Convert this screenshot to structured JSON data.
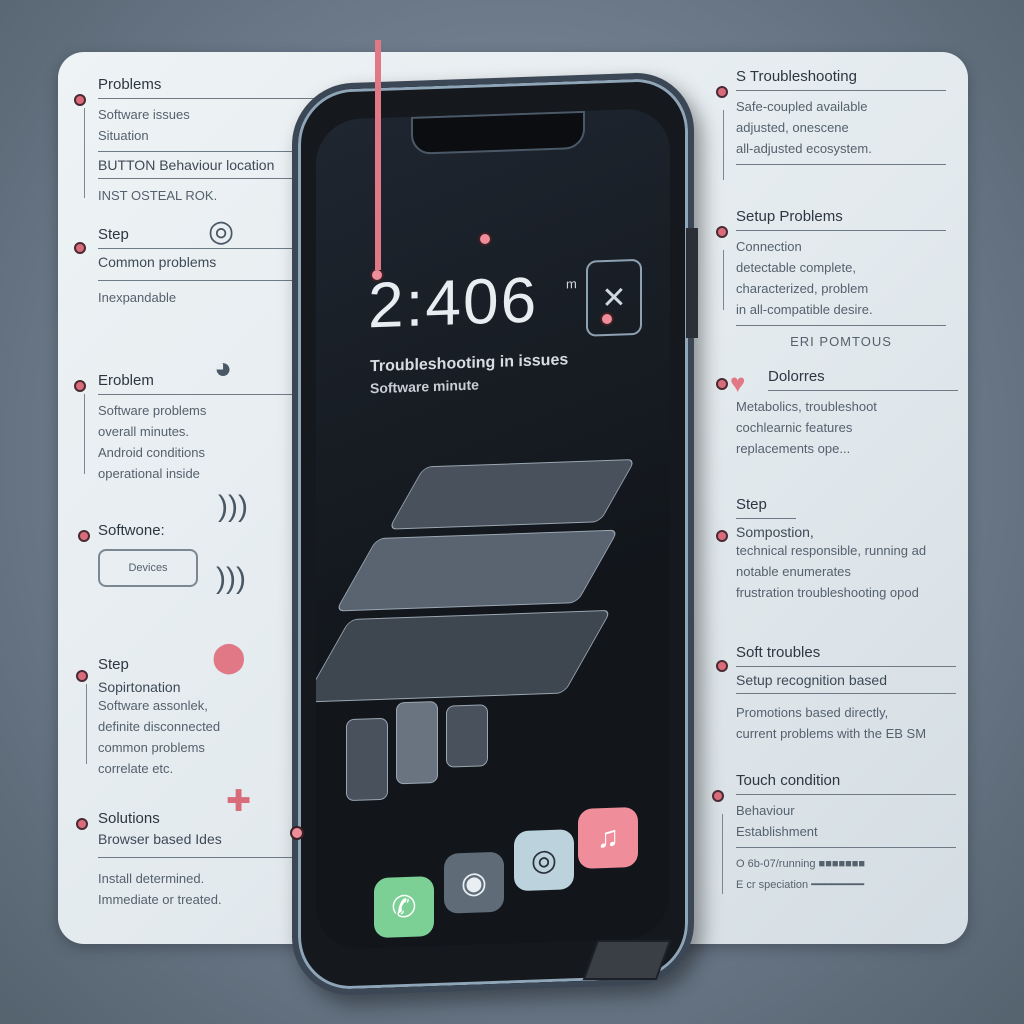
{
  "illustration": {
    "clock_time": "2:406",
    "clock_suffix": "m",
    "screen_title": "Troubleshooting in issues",
    "screen_subtitle": "Software minute",
    "accent_color": "#d86c7b",
    "apps": [
      {
        "name": "phone",
        "icon": "phone-icon",
        "glyph": "✆",
        "color": "#7ccf95"
      },
      {
        "name": "camera",
        "icon": "camera-icon",
        "glyph": "◉",
        "color": "#5f6c78"
      },
      {
        "name": "settings",
        "icon": "lens-icon",
        "glyph": "◎",
        "color": "#bcd3de"
      },
      {
        "name": "music",
        "icon": "music-note-icon",
        "glyph": "♫",
        "color": "#f08d9a"
      }
    ]
  },
  "left": {
    "problems": {
      "head": "Problems",
      "lines": [
        "Software issues",
        "Situation"
      ],
      "sub": "BUTTON Behaviour location",
      "foot": "INST OSTEAL ROK."
    },
    "step1": {
      "head": "Step",
      "sub": "Common problems",
      "foot": "Inexpandable"
    },
    "problem2": {
      "head": "Eroblem",
      "lines": [
        "Software problems",
        "overall minutes.",
        "Android conditions",
        "operational inside"
      ]
    },
    "solutions1": {
      "head": "Softwone:",
      "button": "Devices"
    },
    "step2": {
      "head": "Step",
      "sub": "Sopirtonation",
      "lines": [
        "Software assonlek,",
        "definite disconnected",
        "common problems",
        "correlate etc."
      ]
    },
    "solutions2": {
      "head": "Solutions",
      "sub": "Browser based Ides",
      "lines": [
        "Install determined.",
        "Immediate or treated."
      ]
    }
  },
  "right": {
    "block1": {
      "head": "S Troubleshooting",
      "lines": [
        "Safe-coupled available",
        "adjusted, onescene",
        "all-adjusted ecosystem."
      ]
    },
    "block2": {
      "head": "Setup Problems",
      "lines": [
        "Connection",
        "detectable complete,",
        "characterized, problem",
        "in all-compatible desire."
      ],
      "foot": "ERI POMTOUS"
    },
    "block3": {
      "head": "Dolorres",
      "lines": [
        "Metabolics, troubleshoot",
        "cochlearnic features",
        "replacements ope..."
      ]
    },
    "block4": {
      "head": "Step",
      "sub": "Sompostion,",
      "lines": [
        "technical responsible, running ad",
        "notable enumerates",
        "frustration troubleshooting opod"
      ]
    },
    "block5": {
      "head": "Soft troubles",
      "sub": "Setup recognition based",
      "lines": [
        "Promotions based directly,",
        "current problems with the EB SM"
      ]
    },
    "block6": {
      "head": "Touch condition",
      "sub": "Behaviour",
      "sub2": "Establishment",
      "lines": [
        "O 6b-07/running ■■■■■■■",
        "E cr speciation ━━━━━━━━"
      ]
    }
  }
}
